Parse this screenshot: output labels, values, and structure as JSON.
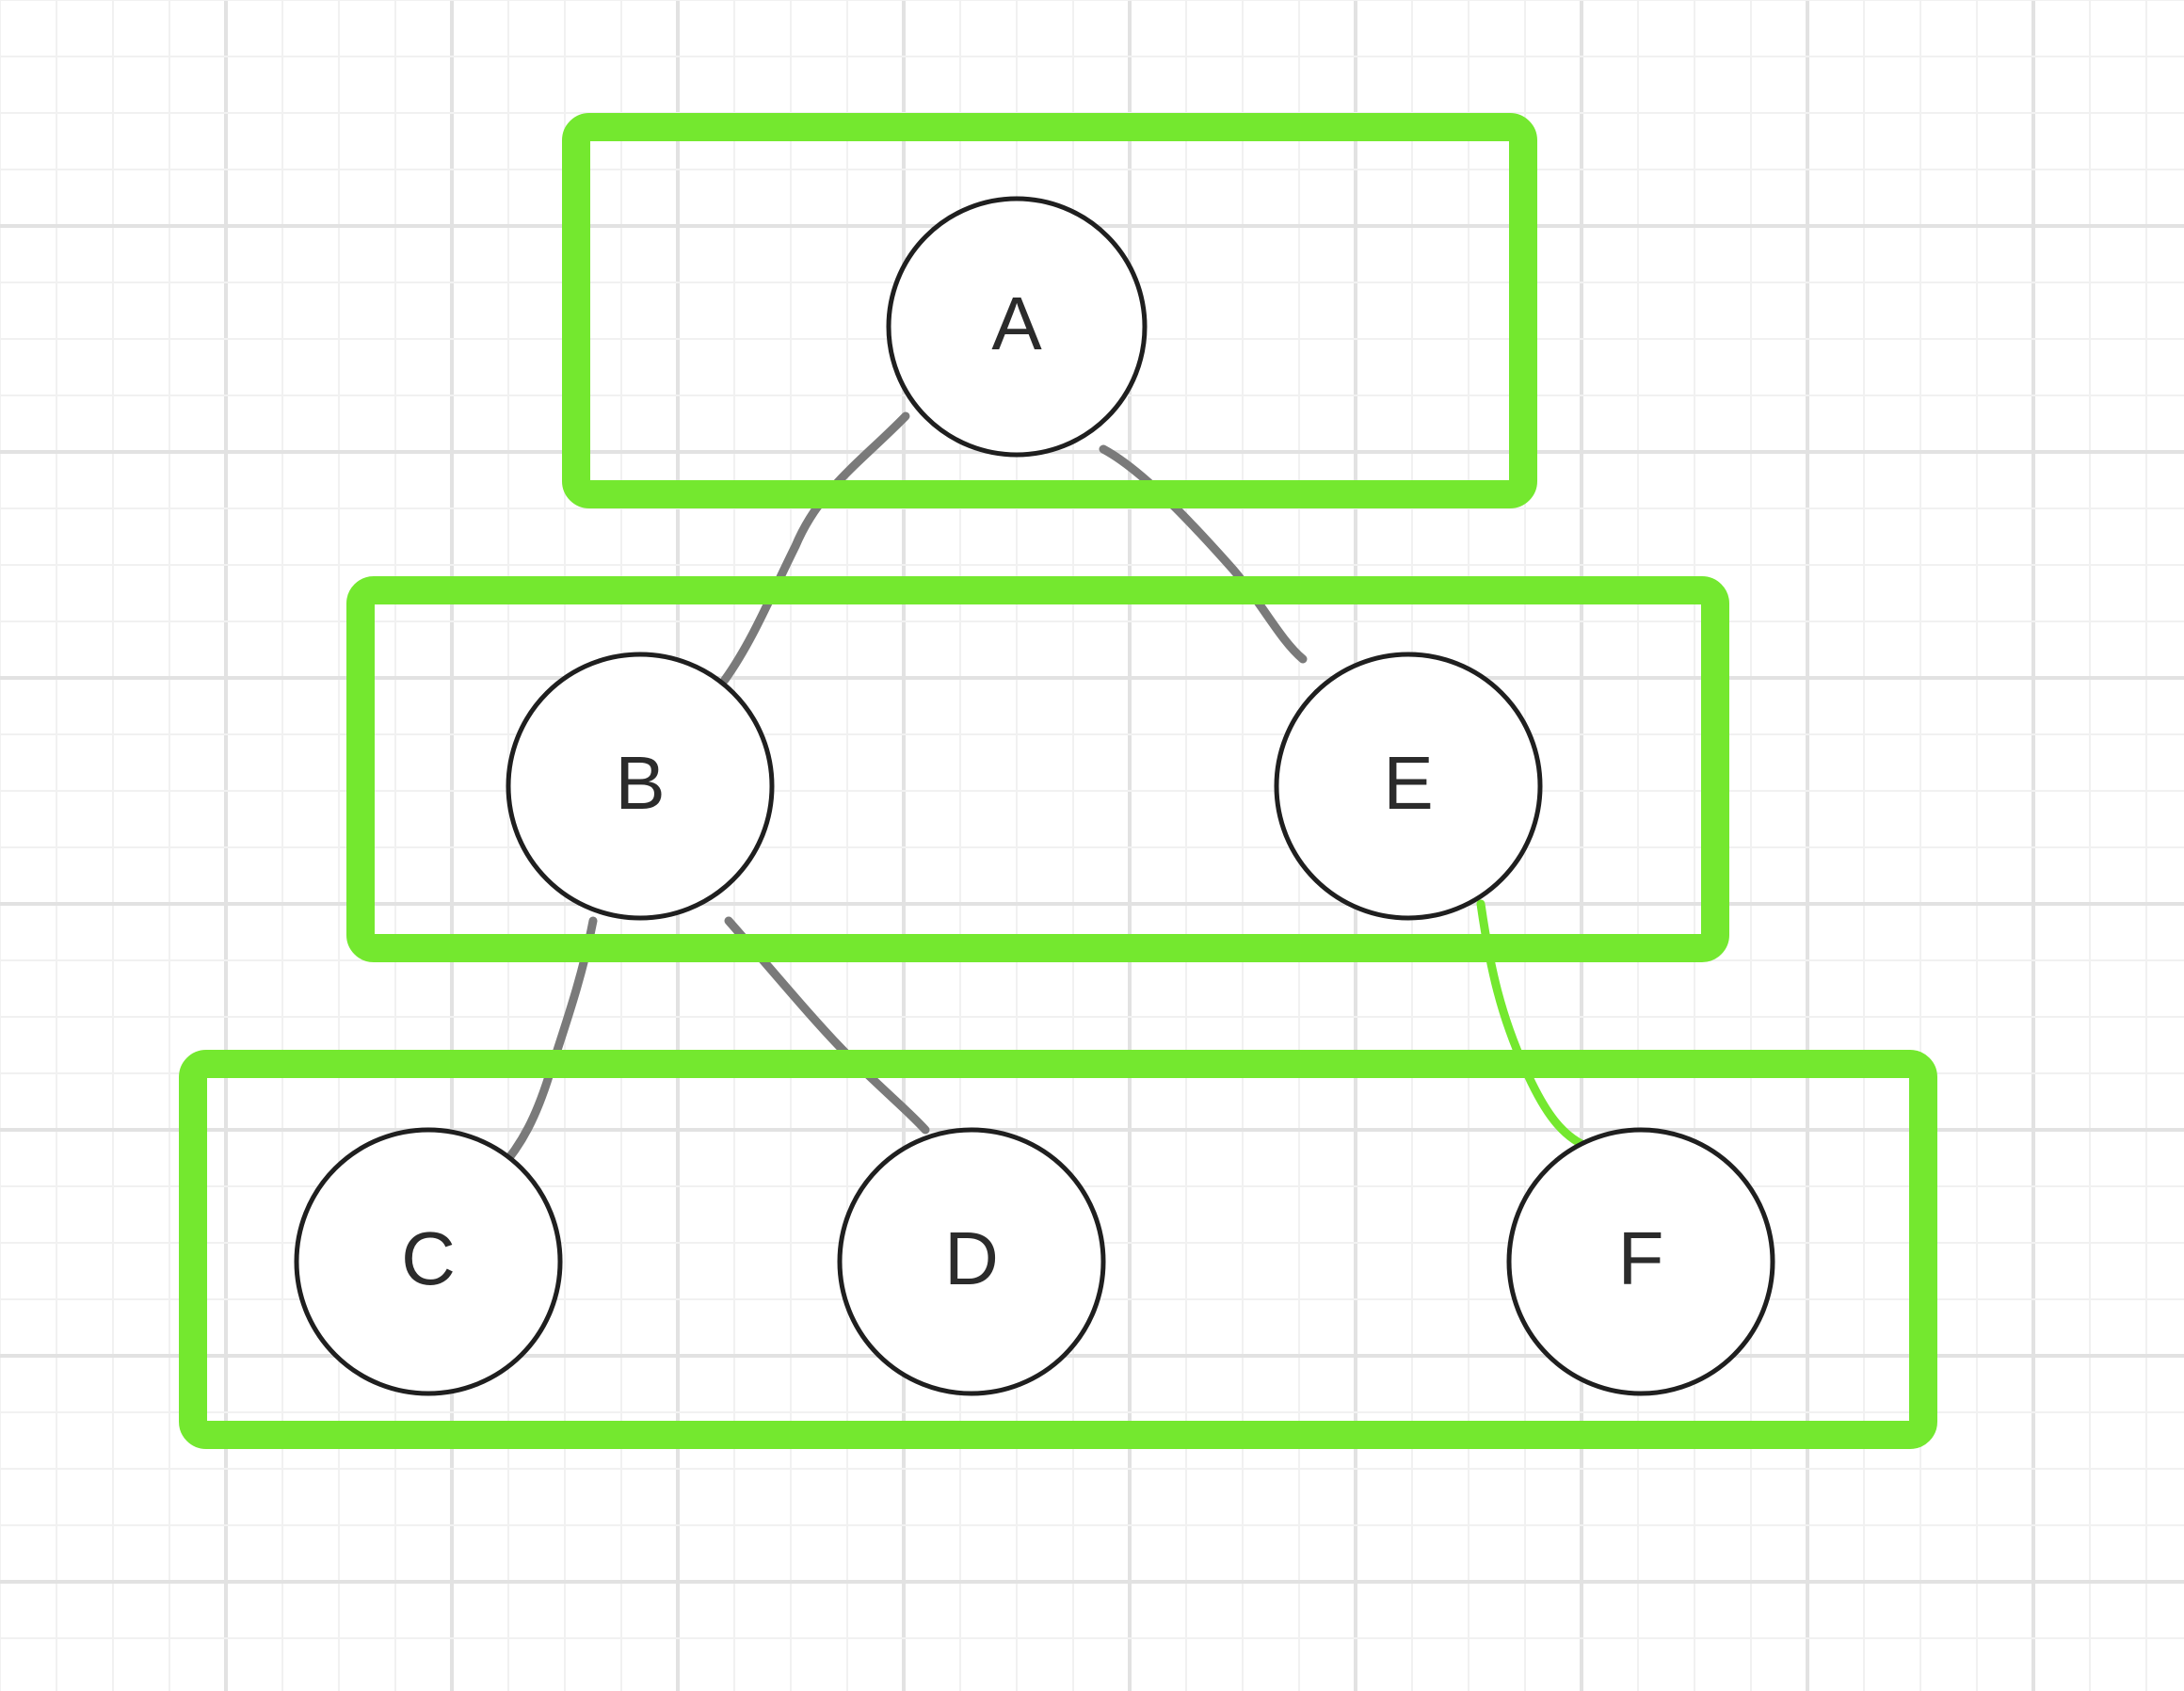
{
  "diagram": {
    "colors": {
      "background": "#ffffff",
      "grid_minor": "#f1f1f1",
      "grid_major": "#e2e2e2",
      "level_box": "#74e82f",
      "node_stroke": "#1f1f1f",
      "node_fill": "#ffffff",
      "edge": "#7a7a7a",
      "highlight_edge": "#74e82f"
    },
    "nodes": [
      {
        "id": "A",
        "label": "A",
        "level": 1
      },
      {
        "id": "B",
        "label": "B",
        "level": 2
      },
      {
        "id": "E",
        "label": "E",
        "level": 2
      },
      {
        "id": "C",
        "label": "C",
        "level": 3
      },
      {
        "id": "D",
        "label": "D",
        "level": 3
      },
      {
        "id": "F",
        "label": "F",
        "level": 3
      }
    ],
    "edges": [
      {
        "from": "A",
        "to": "B",
        "style": "plain"
      },
      {
        "from": "A",
        "to": "E",
        "style": "plain"
      },
      {
        "from": "B",
        "to": "C",
        "style": "plain"
      },
      {
        "from": "B",
        "to": "D",
        "style": "plain"
      },
      {
        "from": "E",
        "to": "F",
        "style": "highlight"
      }
    ],
    "levels": [
      {
        "level": 1,
        "nodes": [
          "A"
        ]
      },
      {
        "level": 2,
        "nodes": [
          "B",
          "E"
        ]
      },
      {
        "level": 3,
        "nodes": [
          "C",
          "D",
          "F"
        ]
      }
    ]
  }
}
